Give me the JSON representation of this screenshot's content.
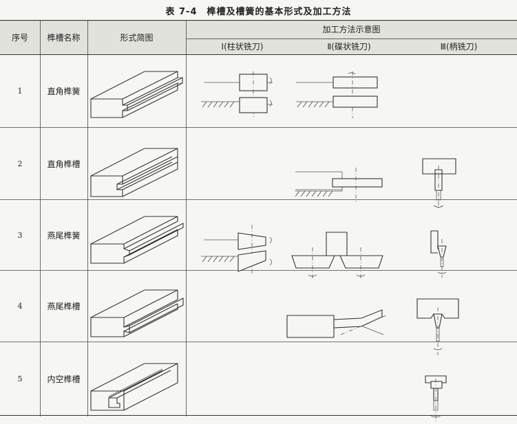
{
  "caption": {
    "number": "表 7-4",
    "title": "榫槽及槽簧的基本形式及加工方法"
  },
  "headers": {
    "serial": "序号",
    "name": "榫槽名称",
    "diagram": "形式简图",
    "methods_group": "加工方法示意图",
    "method1": "Ⅰ(柱状铣刀)",
    "method2": "Ⅱ(碟状铣刀)",
    "method3": "Ⅲ(柄铣刀)"
  },
  "rows": [
    {
      "serial": "1",
      "name": "直角榫簧"
    },
    {
      "serial": "2",
      "name": "直角榫槽"
    },
    {
      "serial": "3",
      "name": "燕尾榫簧"
    },
    {
      "serial": "4",
      "name": "燕尾榫槽"
    },
    {
      "serial": "5",
      "name": "内空榫槽"
    }
  ],
  "colors": {
    "background": "#f6f6f2",
    "header_band": "#e2e2dc",
    "line": "#333333"
  }
}
